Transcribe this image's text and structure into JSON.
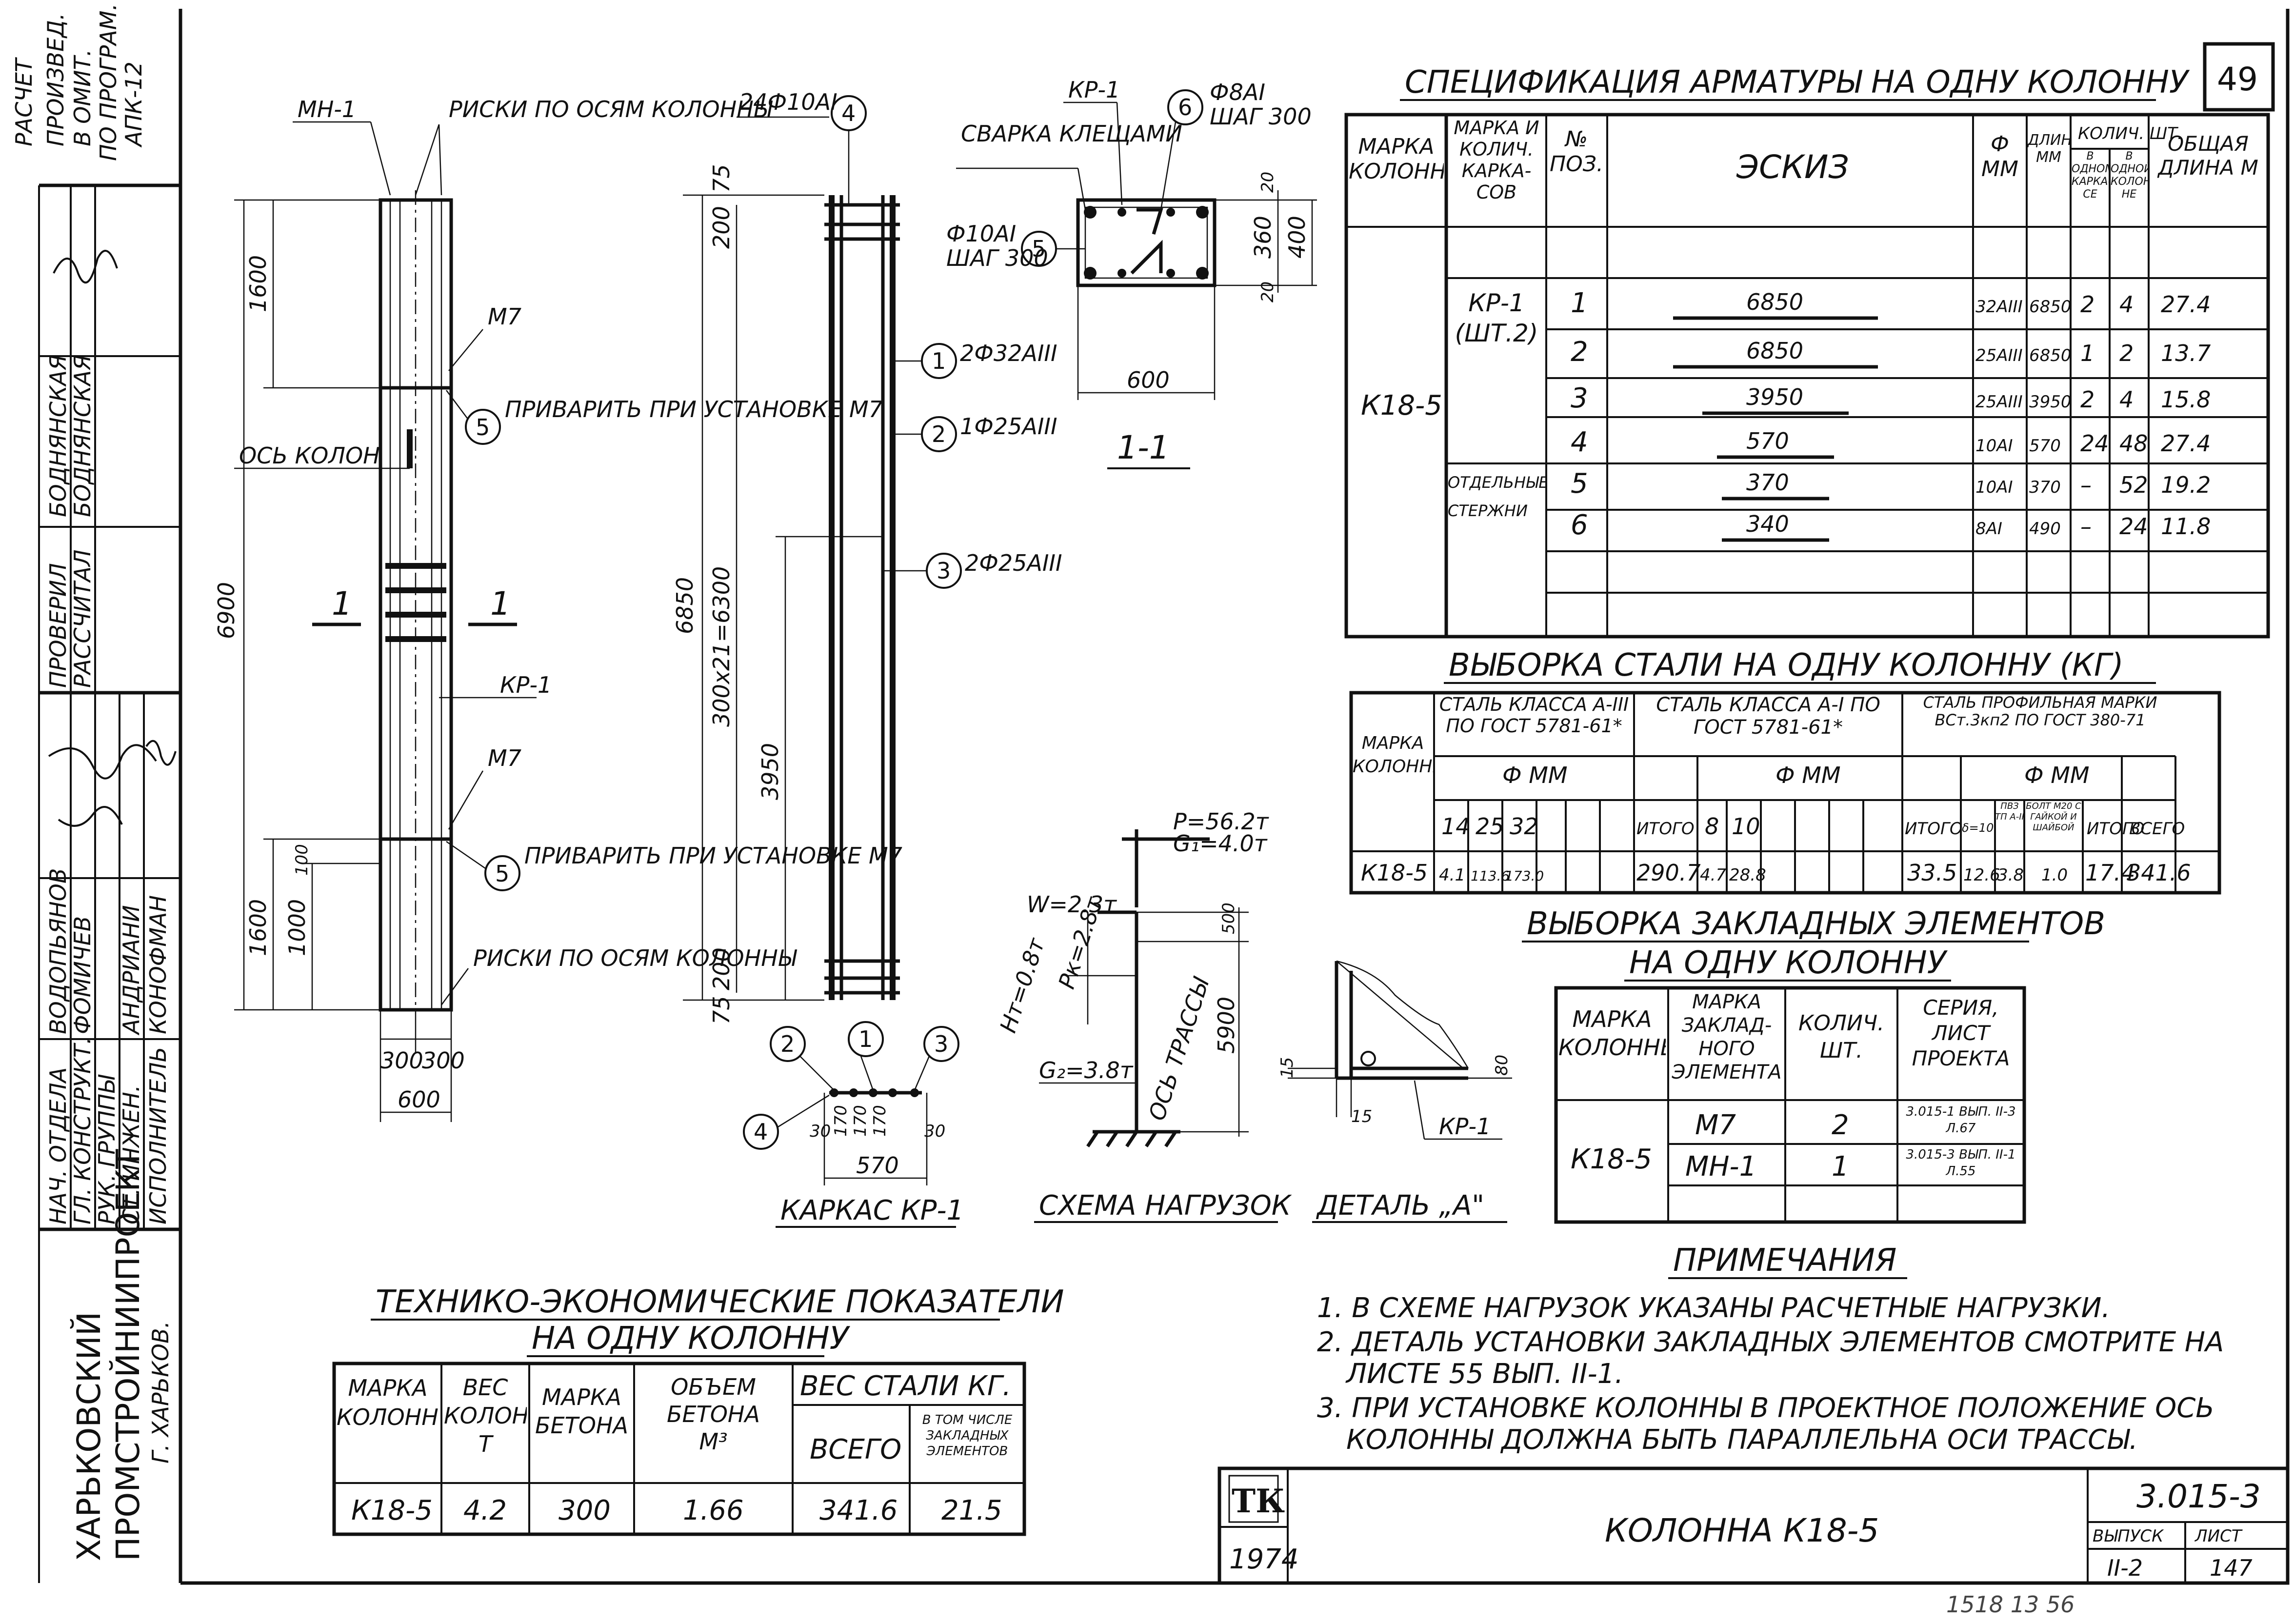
{
  "sheet_number": "49",
  "title_block": {
    "org_line1": "ХАРЬКОВСКИЙ",
    "org_line2": "ПРОМСТРОЙНИИПРОЕКТ",
    "org_line3": "Г. ХАРЬКОВ.",
    "roles": [
      "НАЧ. ОТДЕЛА",
      "ГЛ. КОНСТРУКТ.",
      "РУК. ГРУППЫ",
      "СТ. ИНЖЕН.",
      "ИСПОЛНИТЕЛЬ"
    ],
    "names": [
      "ВОДОПЬЯНОВ",
      "ФОМИЧЕВ",
      "АНДРИАНИ",
      "КОНОФМАН"
    ],
    "check": [
      "ПРОВЕРИЛ",
      "РАССЧИТАЛ"
    ],
    "check_names": [
      "БОДНЯНСКАЯ",
      "БОДНЯНСКАЯ"
    ],
    "calc_note": [
      "РАСЧЕТ",
      "ПРОИЗВЕД.",
      "В ОМИТ.",
      "ПО ПРОГРАМ.",
      "АПК-12"
    ],
    "series": "3.015-3",
    "issue_label": "ВЫПУСК",
    "issue_value": "II-2",
    "sheet_label": "ЛИСТ",
    "sheet_value": "147",
    "drawing_title": "КОЛОННА К18-5",
    "stamp": "ТК",
    "year": "1974",
    "bottom_scribble": "1518 13 56"
  },
  "column_view": {
    "labels": {
      "mn1": "МН-1",
      "marks_top": "РИСКИ ПО ОСЯМ КОЛОННЫ",
      "m7_top": "М7",
      "weld_top": "ПРИВАРИТЬ ПРИ УСТАНОВКЕ М7",
      "axis": "ОСЬ КОЛОН",
      "section": "1",
      "kr1": "КР-1",
      "m7_bot": "М7",
      "weld_bot": "ПРИВАРИТЬ ПРИ УСТАНОВКЕ М7",
      "marks_bot": "РИСКИ ПО ОСЯМ КОЛОННЫ",
      "pos5": "5"
    },
    "dims": {
      "d1600_top": "1600",
      "d6900": "6900",
      "d1600_bot": "1600",
      "d1000": "1000",
      "d100": "100",
      "d300a": "300",
      "d300b": "300",
      "d600": "600"
    }
  },
  "cage_view": {
    "labels": {
      "top": "24Ф10АI",
      "pos4": "4",
      "pos1": "1",
      "pos1_text": "2Ф32АIII",
      "pos2": "2",
      "pos2_text": "1Ф25АIII",
      "pos3": "3",
      "pos3_text": "2Ф25АIII",
      "caption": "КАРКАС КР-1"
    },
    "dims": {
      "d75a": "75",
      "d200a": "200",
      "d6850": "6850",
      "d300x21": "300х21=6300",
      "d3950": "3950",
      "d200b": "200",
      "d75b": "75"
    },
    "section_dims": {
      "d30a": "30",
      "d170": "170",
      "d170b": "170",
      "d170c": "170",
      "d30b": "30",
      "d570": "570"
    },
    "section_labels": {
      "c2": "2",
      "c1": "1",
      "c3": "3",
      "c4": "4"
    }
  },
  "section_11": {
    "labels": {
      "kr1": "КР-1",
      "weld": "СВАРКА КЛЕЩАМИ",
      "pos6": "6",
      "pos6_text": "Ф8АI",
      "pos6_step": "ШАГ 300",
      "pos5": "5",
      "pos5_text": "Ф10АI",
      "pos5_step": "ШАГ 300",
      "caption": "1-1"
    },
    "dims": {
      "d600": "600",
      "d360": "360",
      "d400": "400",
      "d20a": "20",
      "d20b": "20"
    }
  },
  "load_scheme": {
    "labels": {
      "p": "P=56.2т",
      "g1": "G₁=4.0т",
      "w": "W=2.3т",
      "h": "Hт=0.8т",
      "pk": "Pк=2.8т",
      "g2": "G₂=3.8т",
      "axis": "ОСЬ ТРАССЫ",
      "caption": "СХЕМА НАГРУЗОК"
    },
    "dims": {
      "d500": "500",
      "d5900": "5900"
    }
  },
  "detail_a": {
    "labels": {
      "kr1": "КР-1",
      "caption": "ДЕТАЛЬ „А\""
    },
    "dims": {
      "d15a": "15",
      "d15b": "15",
      "d80": "80"
    }
  },
  "spec_table": {
    "title": "СПЕЦИФИКАЦИЯ АРМАТУРЫ НА ОДНУ КОЛОННУ",
    "headers": {
      "col_mark": "МАРКА КОЛОННЫ",
      "cage_mark": "МАРКА И КОЛИЧ. КАРКА- СОВ",
      "pos": "№ ПОЗ.",
      "sketch": "ЭСКИЗ",
      "dia": "Ф ММ",
      "length": "ДЛИНА ММ",
      "qty": "КОЛИЧ. ШТ.",
      "qty_cage": "В ОДНОМ КАРКА- СЕ",
      "qty_col": "В ОДНОЙ КОЛОН- НЕ",
      "total": "ОБЩАЯ ДЛИНА М"
    },
    "column_mark": "К18-5",
    "cage_group": "КР-1 (ШТ.2)",
    "loose_group": "ОТДЕЛЬНЫЕ СТЕРЖНИ",
    "rows": [
      {
        "pos": "1",
        "sketch": "6850",
        "dia": "32АIII",
        "len": "6850",
        "cage": "2",
        "col": "4",
        "total": "27.4"
      },
      {
        "pos": "2",
        "sketch": "6850",
        "dia": "25АIII",
        "len": "6850",
        "cage": "1",
        "col": "2",
        "total": "13.7"
      },
      {
        "pos": "3",
        "sketch": "3950",
        "dia": "25АIII",
        "len": "3950",
        "cage": "2",
        "col": "4",
        "total": "15.8"
      },
      {
        "pos": "4",
        "sketch": "570",
        "dia": "10АI",
        "len": "570",
        "cage": "24",
        "col": "48",
        "total": "27.4"
      },
      {
        "pos": "5",
        "sketch": "370",
        "dia": "10АI",
        "len": "370",
        "cage": "–",
        "col": "52",
        "total": "19.2"
      },
      {
        "pos": "6",
        "sketch": "340",
        "dia": "8АI",
        "len": "490",
        "cage": "–",
        "col": "24",
        "total": "11.8"
      }
    ]
  },
  "steel_table": {
    "title": "ВЫБОРКА СТАЛИ НА ОДНУ КОЛОННУ (КГ)",
    "headers": {
      "col_mark": "МАРКА КОЛОННЫ",
      "a3": "СТАЛЬ КЛАССА А-III ПО ГОСТ 5781-61*",
      "a1": "СТАЛЬ КЛАССА А-I ПО ГОСТ 5781-61*",
      "prof": "СТАЛЬ ПРОФИЛЬНАЯ МАРКИ ВСт.3кп2 ПО ГОСТ 380-71",
      "phi": "Ф ММ",
      "total": "ИТОГО",
      "grand": "ВСЕГО",
      "d14": "14",
      "d25": "25",
      "d32": "32",
      "d8": "8",
      "d10": "10",
      "p1": "δ=10",
      "p2": "ПВЗ ТП А-II",
      "p3": "БОЛТ М20 С ГАЙКОЙ И ШАЙБОЙ"
    },
    "row": {
      "mark": "К18-5",
      "v14": "4.1",
      "v25": "113.6",
      "v32": "173.0",
      "t3": "290.7",
      "v8": "4.7",
      "v10": "28.8",
      "t1": "33.5",
      "p1": "12.6",
      "p2": "3.8",
      "p3": "1.0",
      "tp": "17.4",
      "grand": "341.6"
    }
  },
  "embed_table": {
    "title_line1": "ВЫБОРКА ЗАКЛАДНЫХ ЭЛЕМЕНТОВ",
    "title_line2": "НА ОДНУ КОЛОННУ",
    "headers": {
      "col": "МАРКА КОЛОННЫ",
      "elem": "МАРКА ЗАКЛАД- НОГО ЭЛЕМЕНТА",
      "qty": "КОЛИЧ. ШТ.",
      "series": "СЕРИЯ, ЛИСТ ПРОЕКТА"
    },
    "column_mark": "К18-5",
    "rows": [
      {
        "elem": "М7",
        "qty": "2",
        "series": "3.015-1 ВЫП. II-3 Л.67"
      },
      {
        "elem": "МН-1",
        "qty": "1",
        "series": "3.015-3 ВЫП. II-1 Л.55"
      }
    ]
  },
  "notes": {
    "title": "ПРИМЕЧАНИЯ",
    "items": [
      "1. В СХЕМЕ НАГРУЗОК УКАЗАНЫ РАСЧЕТНЫЕ НАГРУЗКИ.",
      "2. ДЕТАЛЬ УСТАНОВКИ ЗАКЛАДНЫХ ЭЛЕМЕНТОВ СМОТРИТЕ НА",
      "ЛИСТЕ 55 ВЫП. II-1.",
      "3. ПРИ УСТАНОВКЕ КОЛОННЫ В ПРОЕКТНОЕ ПОЛОЖЕНИЕ ОСЬ",
      "КОЛОННЫ ДОЛЖНА БЫТЬ ПАРАЛЛЕЛЬНА ОСИ ТРАССЫ."
    ]
  },
  "tech_table": {
    "title_line1": "ТЕХНИКО-ЭКОНОМИЧЕСКИЕ ПОКАЗАТЕЛИ",
    "title_line2": "НА ОДНУ КОЛОННУ",
    "headers": {
      "mark": "МАРКА КОЛОННЫ",
      "weight": "ВЕС КОЛОННЫ Т",
      "concrete": "МАРКА БЕТОНА",
      "volume": "ОБЪЕМ БЕТОНА М³",
      "steel": "ВЕС СТАЛИ КГ.",
      "total": "ВСЕГО",
      "embed": "В ТОМ ЧИСЛЕ ЗАКЛАДНЫХ ЭЛЕМЕНТОВ"
    },
    "row": {
      "mark": "К18-5",
      "weight": "4.2",
      "concrete": "300",
      "volume": "1.66",
      "total": "341.6",
      "embed": "21.5"
    }
  }
}
